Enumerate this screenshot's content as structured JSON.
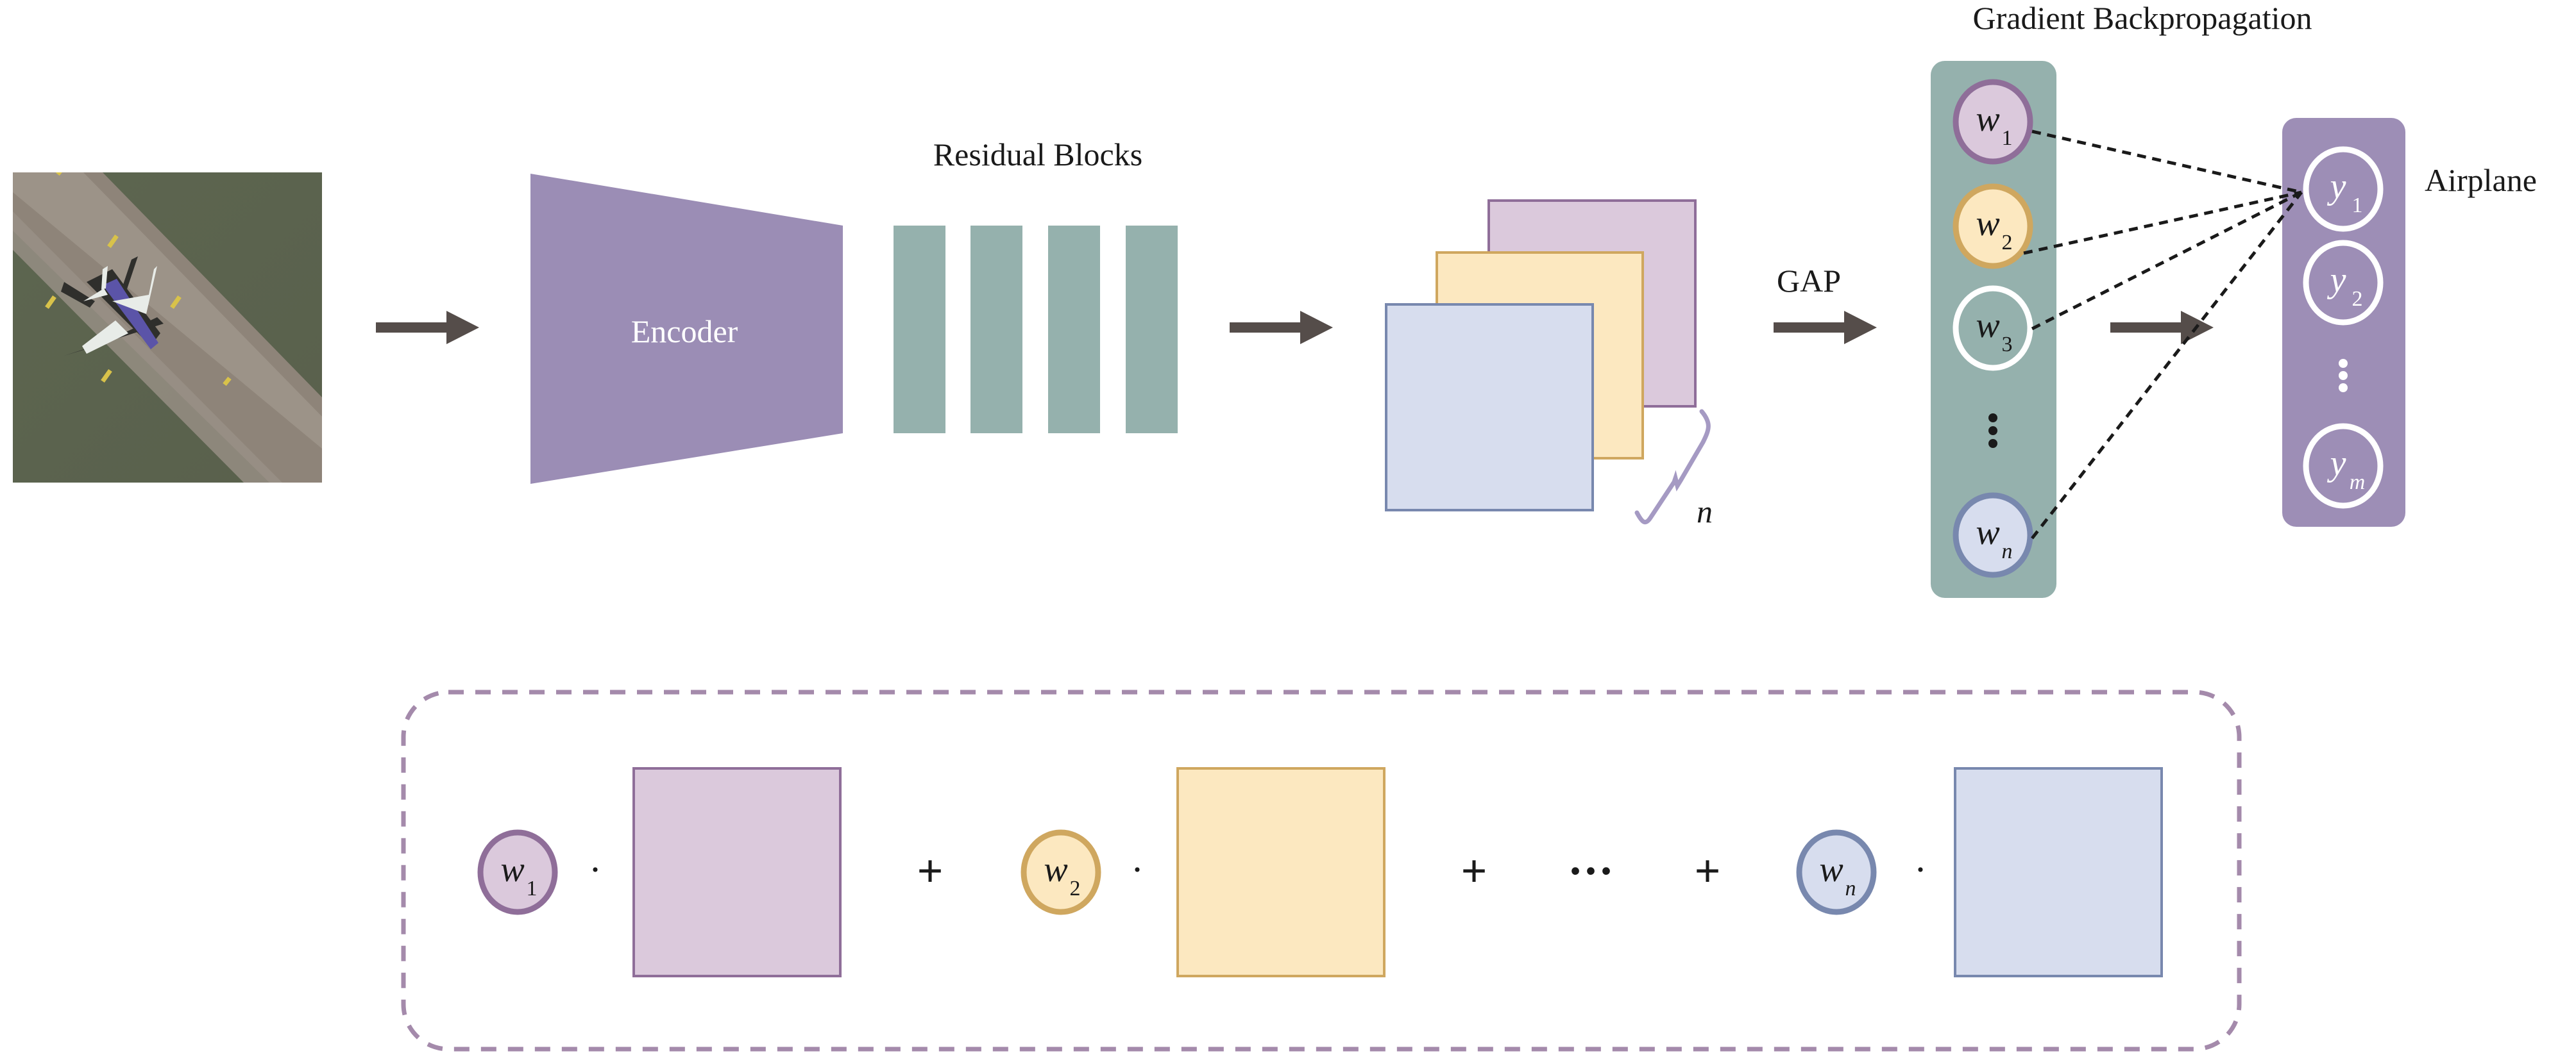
{
  "colors": {
    "background": "#ffffff",
    "arrow": "#554d4a",
    "encoder": "#9b8db5",
    "residual_block": "#95b1ad",
    "weight_column": "#95b1ad",
    "output_column": "#9d8eb6",
    "map_purple_fill": "#dbc9dc",
    "map_purple_stroke": "#8f6e99",
    "map_yellow_fill": "#fce8c0",
    "map_yellow_stroke": "#cfa75f",
    "map_blue_fill": "#d7ddee",
    "map_blue_stroke": "#7888ae",
    "dashed_box": "#a48aab",
    "brace": "#a59ac3",
    "text": "#1a1a1a"
  },
  "input_image": {
    "label": "Airplane aerial image",
    "description": "aerial photo of airplane on runway"
  },
  "encoder": {
    "label": "Encoder"
  },
  "residual_blocks": {
    "label": "Residual Blocks",
    "count": 4
  },
  "feature_maps": {
    "count_label": "n",
    "maps": [
      "purple",
      "yellow",
      "blue"
    ]
  },
  "gap": {
    "label": "GAP"
  },
  "gradient": {
    "label": "Gradient Backpropagation"
  },
  "weights": [
    {
      "base": "w",
      "sub": "1",
      "style": "purple"
    },
    {
      "base": "w",
      "sub": "2",
      "style": "yellow"
    },
    {
      "base": "w",
      "sub": "3",
      "style": "plain"
    },
    {
      "ellipsis": "⋮"
    },
    {
      "base": "w",
      "sub": "n",
      "style": "blue"
    }
  ],
  "outputs": [
    {
      "base": "y",
      "sub": "1"
    },
    {
      "base": "y",
      "sub": "2"
    },
    {
      "ellipsis": "⋮"
    },
    {
      "base": "y",
      "sub": "m"
    }
  ],
  "class_label": "Airplane",
  "weighted_sum": {
    "terms": [
      {
        "base": "w",
        "sub": "1",
        "style": "purple"
      },
      {
        "base": "w",
        "sub": "2",
        "style": "yellow"
      },
      {
        "base": "w",
        "sub": "n",
        "style": "blue"
      }
    ],
    "multiply": "·",
    "plus": "+",
    "ellipsis": "···"
  }
}
